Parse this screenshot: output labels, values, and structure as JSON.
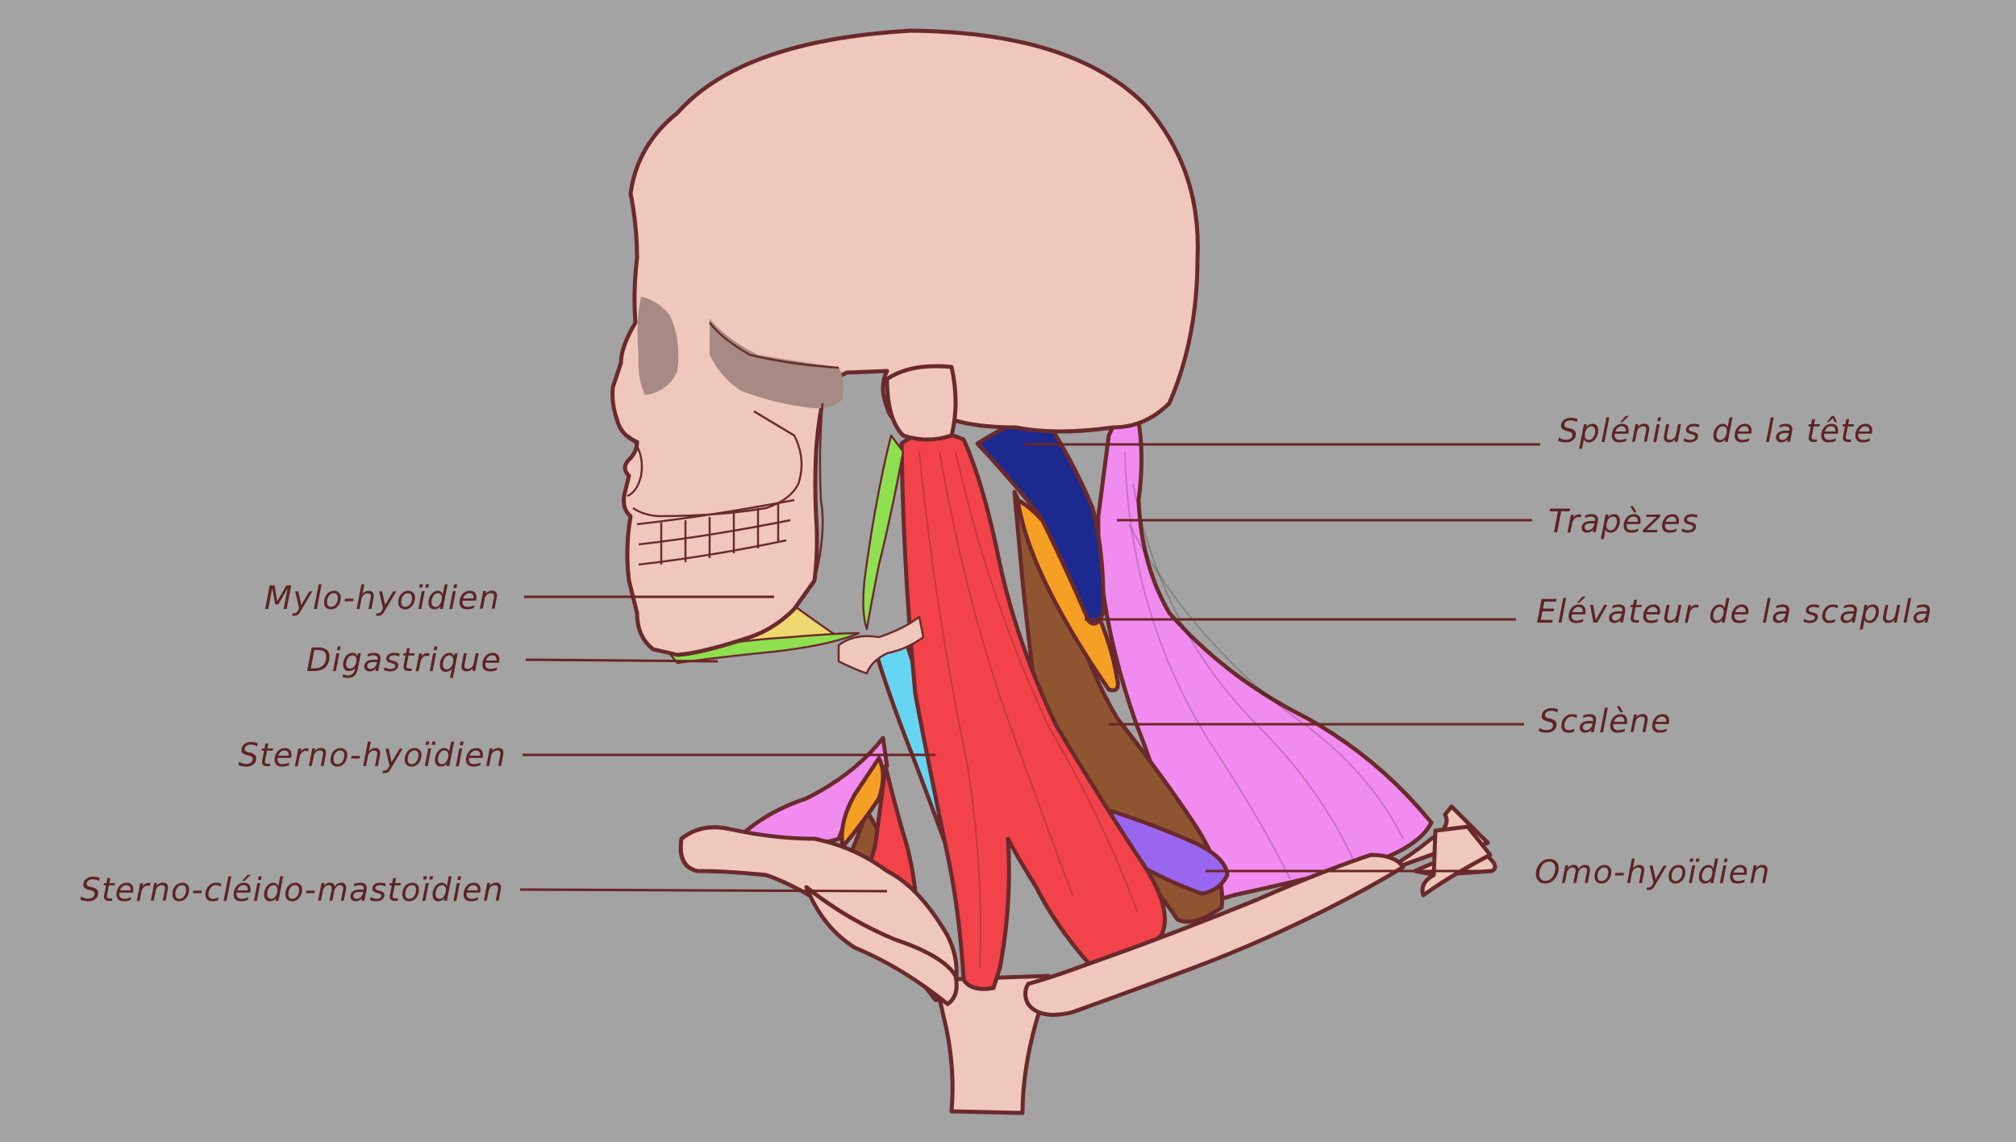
{
  "labels_left": {
    "mylohyoid": "Mylo-hyoïdien",
    "digastric": "Digastrique",
    "sternohyoid": "Sterno-hyoïdien",
    "sternocleidomastoid": "Sterno-cléido-mastoïdien"
  },
  "labels_right": {
    "splenius": "Splénius de la tête",
    "trapezius": "Trapèzes",
    "levator_scapulae": "Elévateur de la scapula",
    "scalene": "Scalène",
    "omohyoid": "Omo-hyoïdien"
  },
  "colors": {
    "background": "#a3a3a3",
    "bone": "#efc7bd",
    "bone_shadow": "#a68a83",
    "outline": "#6a2a2c",
    "label_text": "#5e2323",
    "sternocleidomastoid": "#f2434a",
    "splenius": "#1c2a8f",
    "trapezius": "#f08cf0",
    "levator_scapulae": "#f5a024",
    "scalene": "#8e5530",
    "omohyoid": "#9a66f0",
    "sternohyoid": "#66d5f2",
    "mylohyoid": "#f0d870",
    "digastric": "#8ee050"
  }
}
